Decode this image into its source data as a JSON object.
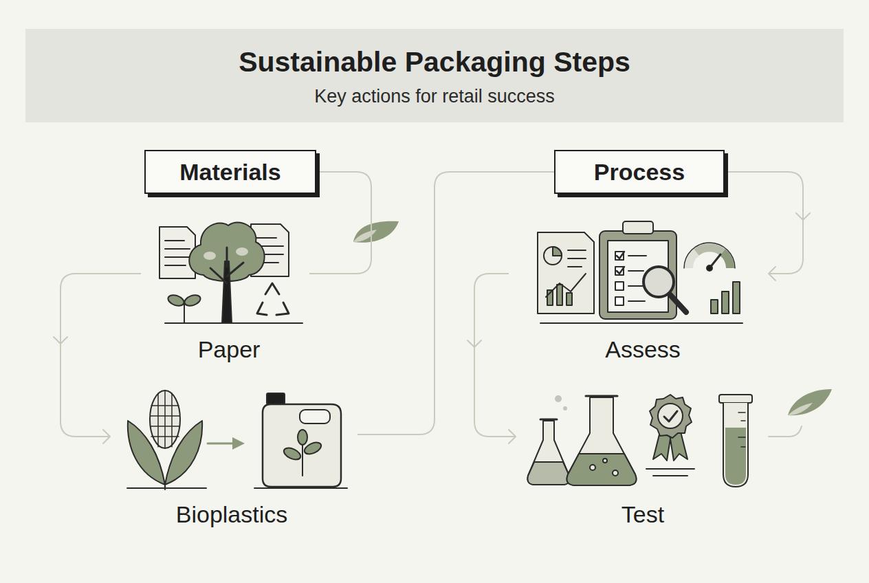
{
  "diagram": {
    "title": "Sustainable Packaging Steps",
    "nodes": [
      {
        "text": [
          "Materials"
        ]
      },
      {
        "text": [
          "Paper"
        ]
      },
      {
        "text": [
          "Bioplastics"
        ]
      },
      {
        "text": [
          "Process"
        ]
      },
      {
        "text": [
          "Assess"
        ]
      },
      {
        "text": [
          "Test"
        ]
      }
    ],
    "edges": [
      {
        "from": 0,
        "to": 1,
        "arrow": "none"
      },
      {
        "from": 1,
        "to": 2,
        "arrow": "to"
      },
      {
        "from": 2,
        "to": 3,
        "arrow": "none"
      },
      {
        "from": 3,
        "to": 4,
        "arrow": "to"
      },
      {
        "from": 4,
        "to": 5,
        "arrow": "to"
      }
    ],
    "labels": [
      "Key actions for retail success"
    ]
  }
}
